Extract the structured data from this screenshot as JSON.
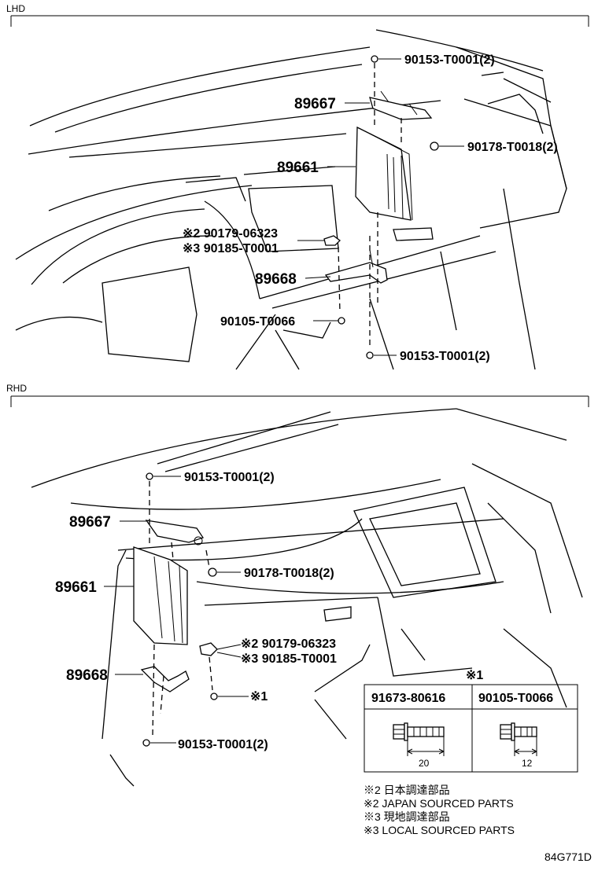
{
  "sections": {
    "lhd": "LHD",
    "rhd": "RHD"
  },
  "lhd_labels": {
    "bolt_top": "90153-T0001(2)",
    "bracket_upper": "89667",
    "nut": "90178-T0018(2)",
    "ecu": "89661",
    "clip_a": "※2 90179-06323",
    "clip_b": "※3 90185-T0001",
    "bracket_lower": "89668",
    "screw": "90105-T0066",
    "bolt_bottom": "90153-T0001(2)"
  },
  "rhd_labels": {
    "bolt_top": "90153-T0001(2)",
    "bracket_upper": "89667",
    "nut": "90178-T0018(2)",
    "ecu": "89661",
    "clip_a": "※2 90179-06323",
    "clip_b": "※3 90185-T0001",
    "bracket_lower": "89668",
    "screw_ref": "※1",
    "bolt_bottom": "90153-T0001(2)"
  },
  "table": {
    "ref": "※1",
    "col1": "91673-80616",
    "col2": "90105-T0066",
    "dim1": "20",
    "dim2": "12"
  },
  "notes": [
    "※2 日本調達部品",
    "※2 JAPAN SOURCED PARTS",
    "※3 現地調達部品",
    "※3 LOCAL SOURCED PARTS"
  ],
  "figure_code": "84G771D"
}
